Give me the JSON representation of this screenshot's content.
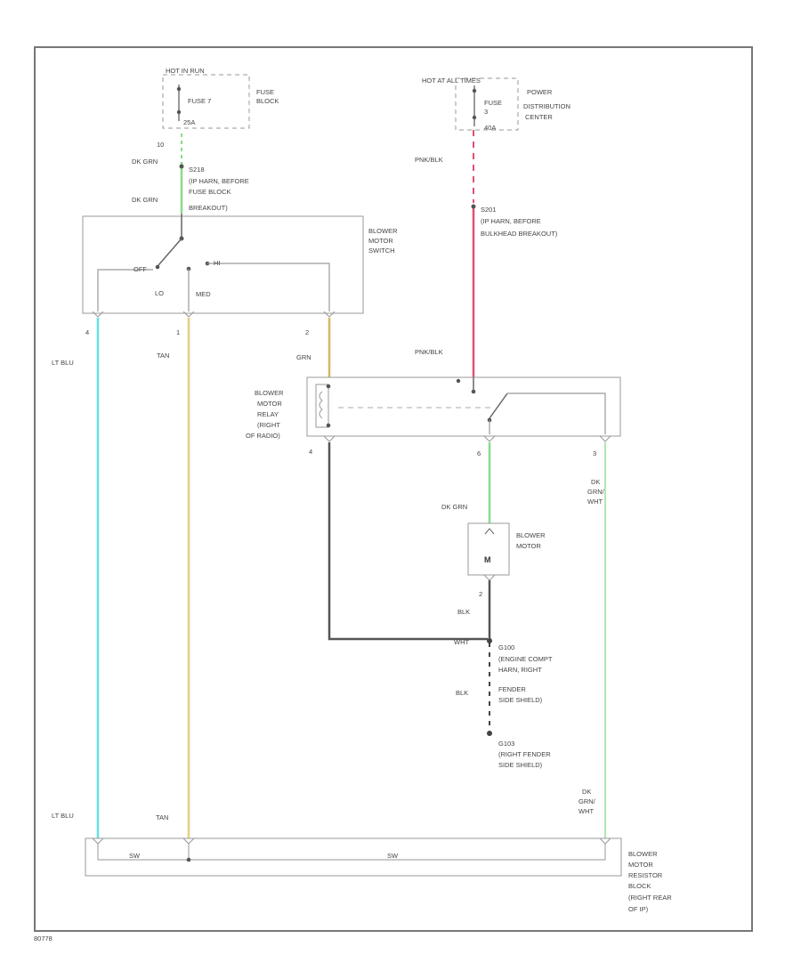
{
  "fuse_top_left": {
    "hot": "HOT IN RUN",
    "fuse": "FUSE 7",
    "amps": "25A",
    "block_l1": "FUSE",
    "block_l2": "BLOCK"
  },
  "fuse_top_right": {
    "hot": "HOT AT ALL TIMES",
    "fuse_l1": "FUSE",
    "fuse_l2": "3",
    "amps": "40A",
    "pdc_l1": "POWER",
    "pdc_l2": "DISTRIBUTION",
    "pdc_l3": "CENTER"
  },
  "splice_s218": {
    "pin": "10",
    "wire_top": "DK GRN",
    "id": "S218",
    "l1": "(IP HARN, BEFORE",
    "l2": "FUSE BLOCK",
    "l3": "BREAKOUT)",
    "wire_bottom": "DK GRN"
  },
  "splice_s201": {
    "wire_top": "PNK/BLK",
    "id": "S201",
    "l1": "(IP HARN, BEFORE",
    "l2": "BULKHEAD BREAKOUT)",
    "wire_bottom": "PNK/BLK"
  },
  "blower_switch": {
    "name_l1": "BLOWER",
    "name_l2": "MOTOR",
    "name_l3": "SWITCH",
    "off": "OFF",
    "hi": "HI",
    "lo": "LO",
    "med": "MED",
    "pin_4": "4",
    "pin_1": "1",
    "pin_2": "2"
  },
  "wires": {
    "lt_blu_top": "LT BLU",
    "tan_top": "TAN",
    "grn_top": "GRN",
    "lt_blu_bottom": "LT BLU",
    "tan_bottom": "TAN",
    "dk_grn_motor": "DK GRN",
    "blk_motor": "BLK",
    "blk_ground": "BLK",
    "wht": "WHT"
  },
  "relay": {
    "l1": "BLOWER",
    "l2": "MOTOR",
    "l3": "RELAY",
    "l4": "(RIGHT",
    "l5": "OF RADIO)",
    "pin_4": "4",
    "pin_6": "6",
    "pin_3": "3"
  },
  "dk_grn_wht_relay": {
    "l1": "DK",
    "l2": "GRN/",
    "l3": "WHT"
  },
  "dk_grn_wht_resistor": {
    "l1": "DK",
    "l2": "GRN/",
    "l3": "WHT"
  },
  "blower_motor": {
    "l1": "BLOWER",
    "l2": "MOTOR",
    "pin_2": "2",
    "symbol": "M"
  },
  "ground_g100": {
    "id": "G100",
    "l1": "(ENGINE COMPT",
    "l2": "HARN, RIGHT",
    "l3": "FENDER",
    "l4": "SIDE SHIELD)"
  },
  "ground_g103": {
    "id": "G103",
    "l1": "(RIGHT FENDER",
    "l2": "SIDE SHIELD)"
  },
  "resistor_block": {
    "l1": "BLOWER",
    "l2": "MOTOR",
    "l3": "RESISTOR",
    "l4": "BLOCK",
    "l5": "(RIGHT REAR",
    "l6": "OF IP)",
    "resistor_label_1": "SW",
    "resistor_label_2": "SW"
  },
  "footer_id": "80778",
  "colors": {
    "lt_blu": "#66e0e0",
    "tan": "#e8cf80",
    "grn": "#d4b860",
    "dk_grn": "#88dd88",
    "pnk": "#e05070",
    "blk": "#555555"
  }
}
